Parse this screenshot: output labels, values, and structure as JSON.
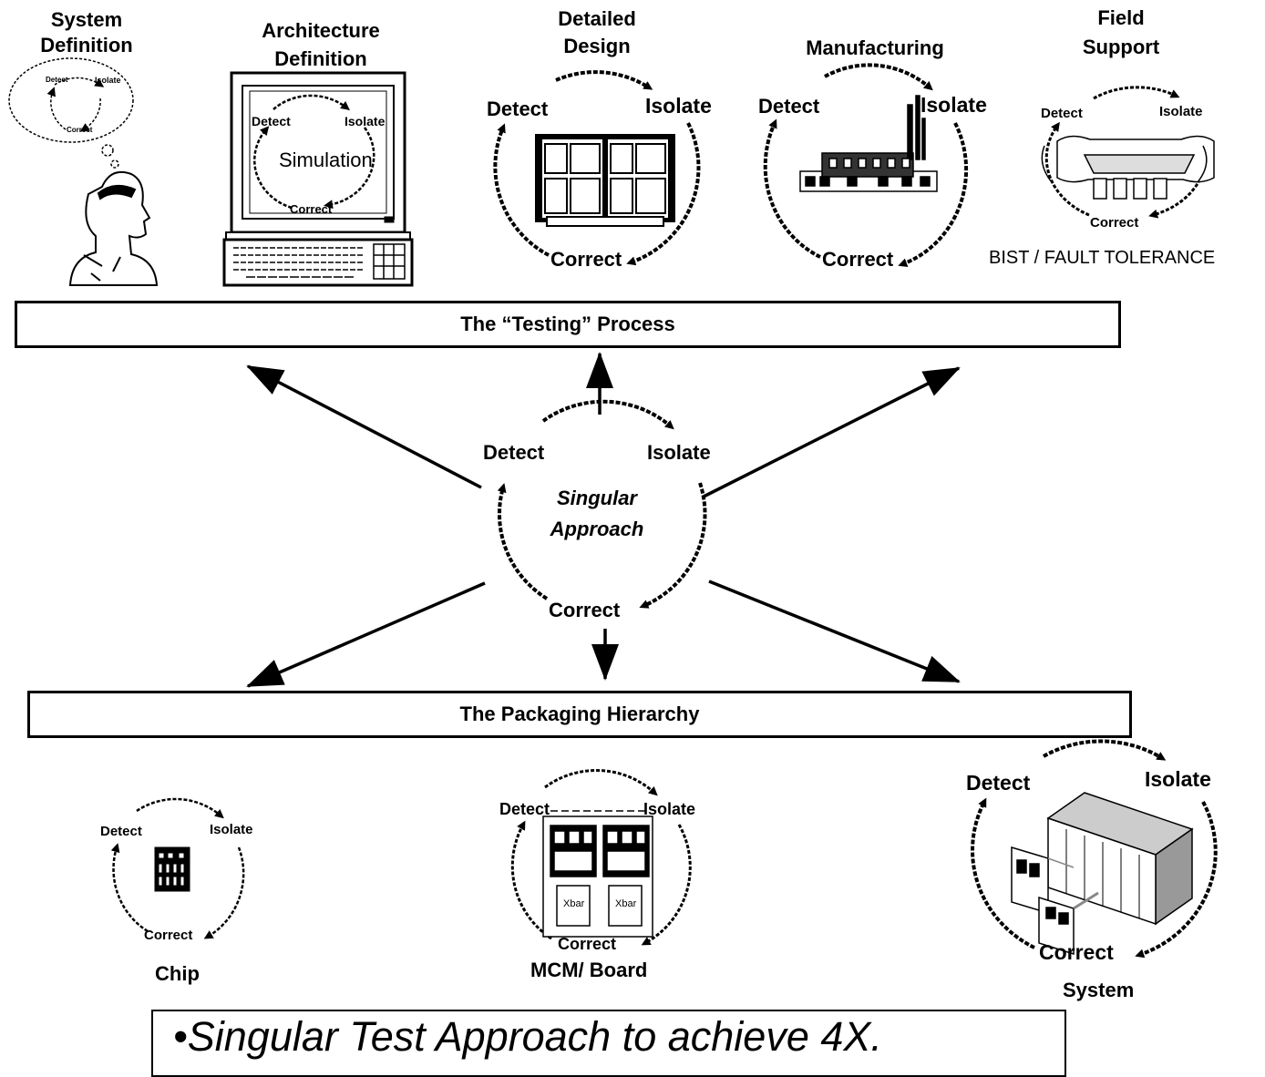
{
  "stages": [
    {
      "title": "System\nDefinition",
      "detect": "Detect",
      "isolate": "Isolate",
      "correct": "Correct"
    },
    {
      "title": "Architecture\nDefinition",
      "detect": "Detect",
      "isolate": "Isolate",
      "correct": "Correct",
      "center": "Simulation"
    },
    {
      "title": "Detailed\nDesign",
      "detect": "Detect",
      "isolate": "Isolate",
      "correct": "Correct"
    },
    {
      "title": "Manufacturing",
      "detect": "Detect",
      "isolate": "Isolate",
      "correct": "Correct"
    },
    {
      "title": "Field\nSupport",
      "detect": "Detect",
      "isolate": "Isolate",
      "correct": "Correct",
      "caption": "BIST / FAULT TOLERANCE"
    }
  ],
  "testing_banner": "The “Testing” Process",
  "center": {
    "detect": "Detect",
    "isolate": "Isolate",
    "correct": "Correct",
    "title_line1": "Singular",
    "title_line2": "Approach"
  },
  "packaging_banner": "The Packaging Hierarchy",
  "levels": [
    {
      "name": "Chip",
      "detect": "Detect",
      "isolate": "Isolate",
      "correct": "Correct"
    },
    {
      "name": "MCM/ Board",
      "detect": "Detect",
      "isolate": "Isolate",
      "correct": "Correct",
      "chip_label": "Xbar"
    },
    {
      "name": "System",
      "detect": "Detect",
      "isolate": "Isolate",
      "correct": "Correct"
    }
  ],
  "bottom_note": "•Singular Test Approach to achieve 4X."
}
